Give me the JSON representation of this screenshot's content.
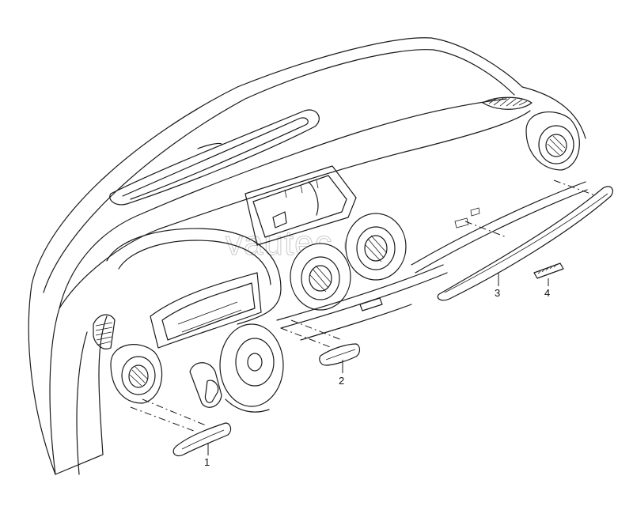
{
  "watermark": "vautec.eu",
  "callouts": [
    {
      "id": "1",
      "label": "1"
    },
    {
      "id": "2",
      "label": "2"
    },
    {
      "id": "3",
      "label": "3"
    },
    {
      "id": "4",
      "label": "4"
    }
  ]
}
